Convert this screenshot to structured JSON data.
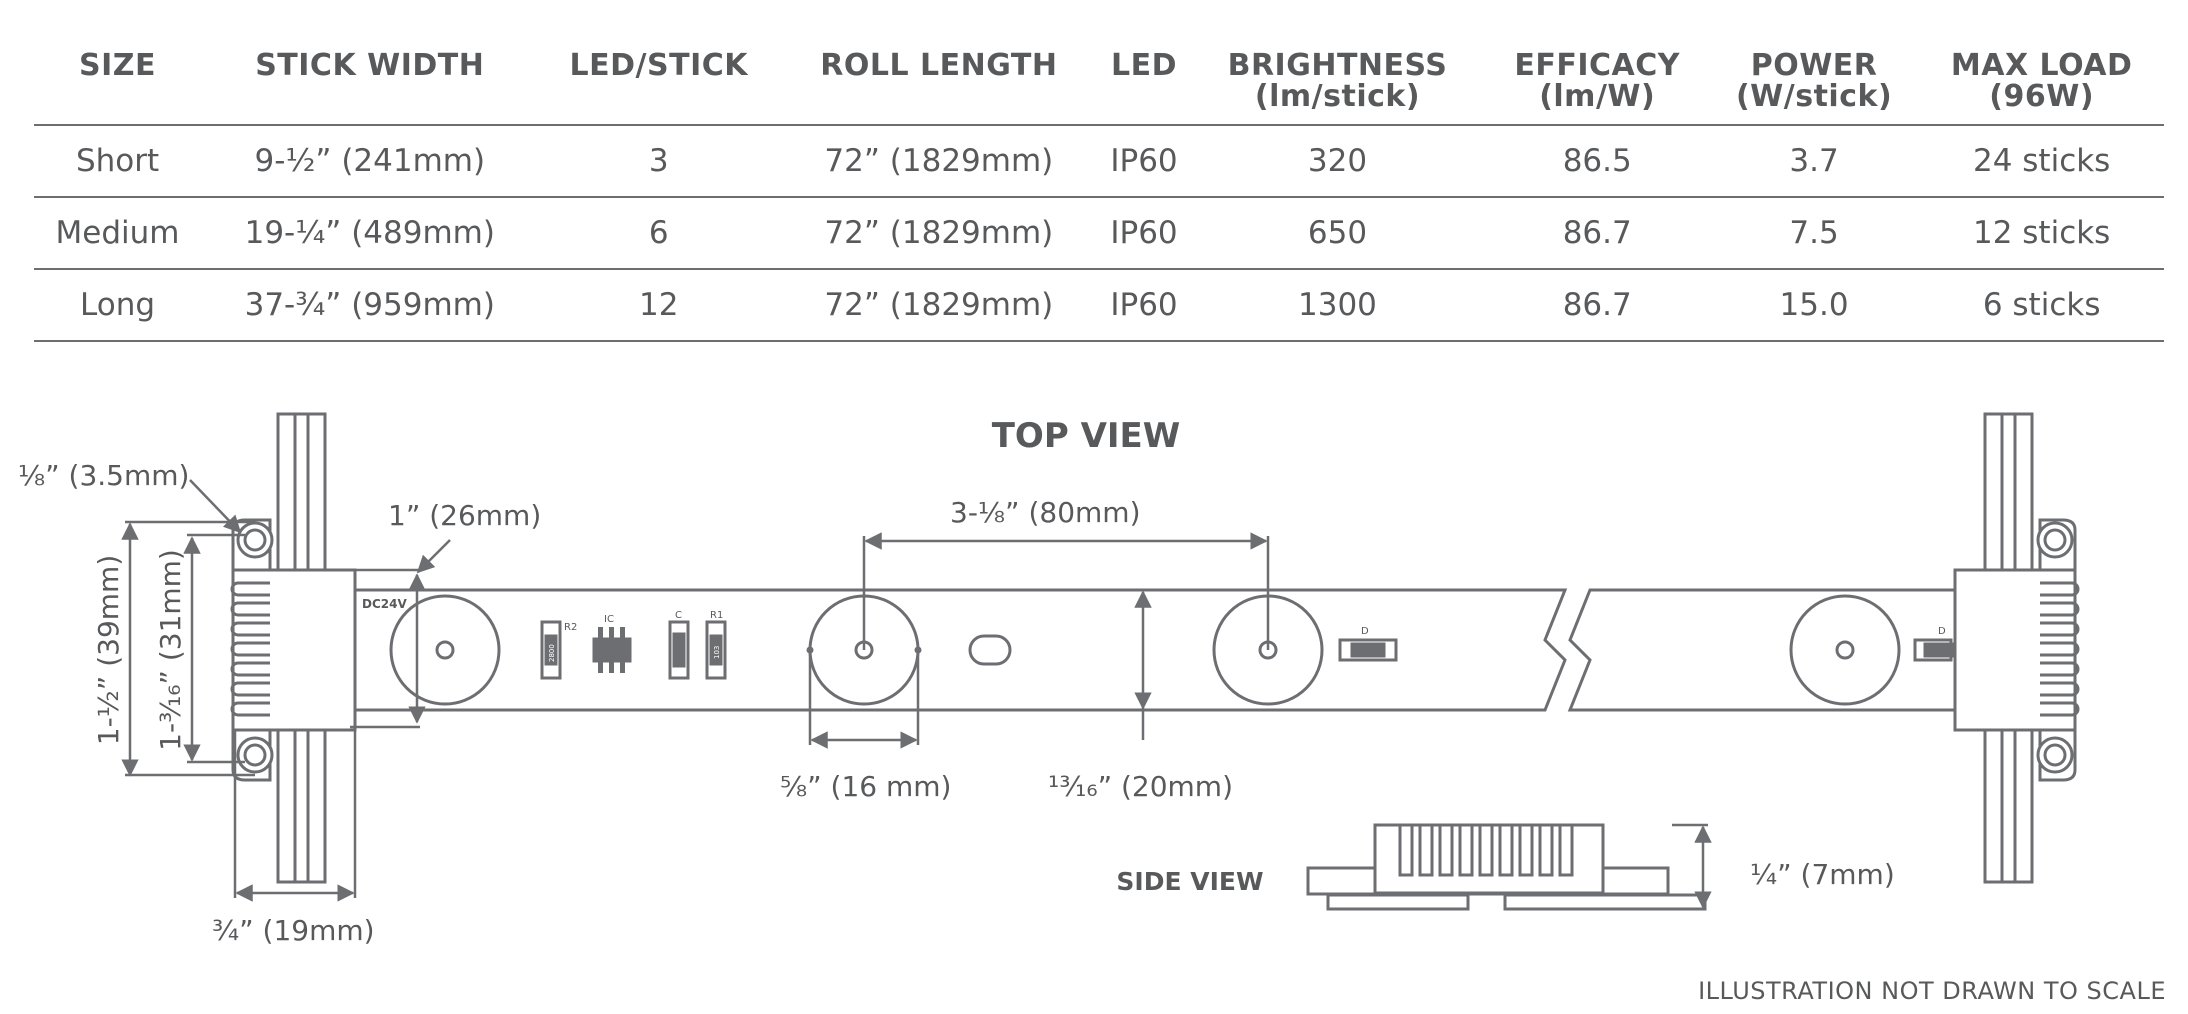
{
  "table": {
    "headers": [
      [
        "SIZE"
      ],
      [
        "STICK WIDTH"
      ],
      [
        "LED/STICK"
      ],
      [
        "ROLL LENGTH"
      ],
      [
        "LED"
      ],
      [
        "BRIGHTNESS",
        "(lm/stick)"
      ],
      [
        "EFFICACY",
        "(lm/W)"
      ],
      [
        "POWER",
        "(W/stick)"
      ],
      [
        "MAX LOAD",
        "(96W)"
      ]
    ],
    "rows": [
      [
        "Short",
        "9-½” (241mm)",
        "3",
        "72” (1829mm)",
        "IP60",
        "320",
        "86.5",
        "3.7",
        "24 sticks"
      ],
      [
        "Medium",
        "19-¼” (489mm)",
        "6",
        "72” (1829mm)",
        "IP60",
        "650",
        "86.7",
        "7.5",
        "12 sticks"
      ],
      [
        "Long",
        "37-¾” (959mm)",
        "12",
        "72” (1829mm)",
        "IP60",
        "1300",
        "86.7",
        "15.0",
        "6 sticks"
      ]
    ]
  },
  "diagram": {
    "top_view_title": "TOP VIEW",
    "side_view_title": "SIDE VIEW",
    "dimensions": {
      "hole": "⅛” (3.5mm)",
      "strip_height": "1” (26mm)",
      "led_pitch": "3-⅛” (80mm)",
      "outer_height": "1-½” (39mm)",
      "inner_height": "1-³⁄₁₆” (31mm)",
      "led_diameter": "⅝” (16 mm)",
      "board_height": "¹³⁄₁₆” (20mm)",
      "connector_width": "¾” (19mm)",
      "thickness": "¼” (7mm)"
    },
    "component_labels": {
      "voltage": "DC24V",
      "r2": "R2",
      "ic": "IC",
      "c": "C",
      "r1": "R1",
      "d1": "D",
      "d2": "D",
      "r2_value": "2800",
      "r1_value": "103"
    },
    "note": "ILLUSTRATION NOT DRAWN TO SCALE"
  },
  "colors": {
    "line": "#6d6e71",
    "text": "#58595b"
  }
}
